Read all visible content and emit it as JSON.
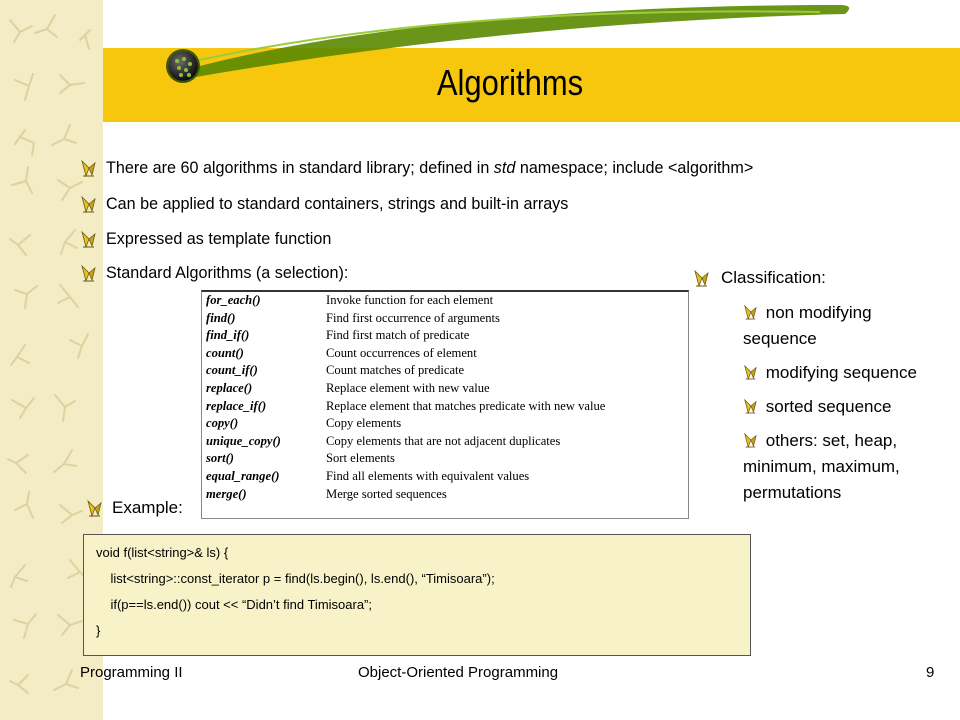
{
  "title": "Algorithms",
  "bullets": [
    {
      "parts": [
        "There are 60 algorithms in standard library; defined in ",
        "std",
        " namespace; include <algorithm>"
      ]
    },
    {
      "text": "Can be applied to standard containers, strings and built-in arrays"
    },
    {
      "text": "Expressed as template function"
    },
    {
      "text": "Standard Algorithms (a selection):"
    }
  ],
  "algorithms": [
    {
      "name": "for_each()",
      "desc": "Invoke function for each element"
    },
    {
      "name": "find()",
      "desc": "Find first occurrence of arguments"
    },
    {
      "name": "find_if()",
      "desc": "Find first match of predicate"
    },
    {
      "name": "count()",
      "desc": "Count occurrences of element"
    },
    {
      "name": "count_if()",
      "desc": "Count matches of predicate"
    },
    {
      "name": "replace()",
      "desc": "Replace element with new value"
    },
    {
      "name": "replace_if()",
      "desc": "Replace element that matches predicate with new value"
    },
    {
      "name": "copy()",
      "desc": "Copy elements"
    },
    {
      "name": "unique_copy()",
      "desc": "Copy elements that are not adjacent duplicates"
    },
    {
      "name": "sort()",
      "desc": "Sort elements"
    },
    {
      "name": "equal_range()",
      "desc": "Find all elements with equivalent values"
    },
    {
      "name": "merge()",
      "desc": "Merge sorted sequences"
    }
  ],
  "classification": {
    "heading": "Classification:",
    "items": [
      {
        "line1": "non modifying",
        "line2": "sequence"
      },
      {
        "line1": "modifying sequence"
      },
      {
        "line1": "sorted sequence"
      },
      {
        "line1": "others: set, heap,",
        "line2": "minimum, maximum,",
        "line3": "permutations"
      }
    ]
  },
  "example": {
    "label": "Example:",
    "code": [
      "void f(list<string>& ls) {",
      "    list<string>::const_iterator p = find(ls.begin(), ls.end(), “Timisoara”);",
      "    if(p==ls.end()) cout << “Didn’t find Timisoara”;",
      "}"
    ]
  },
  "footer": {
    "left": "Programming II",
    "center": "Object-Oriented Programming",
    "page": "9"
  },
  "colors": {
    "title_band": "#f7c70e",
    "side_strip": "#f3ecc4",
    "code_bg": "#f8f2c8",
    "bullet_icon": "#c9a21a"
  }
}
